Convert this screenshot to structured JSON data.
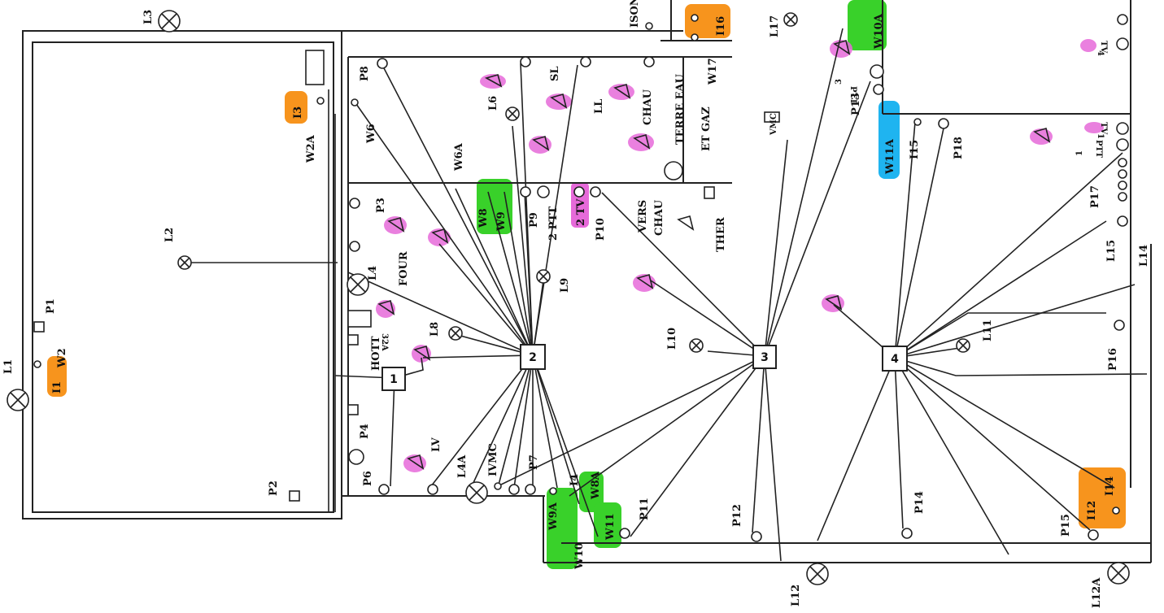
{
  "colors": {
    "ink": "#222222",
    "highlight_orange": "#f7941d",
    "highlight_green": "#39d12a",
    "highlight_blue": "#1fb4f0",
    "highlight_magenta": "#e66ad9"
  },
  "junction_boxes": [
    {
      "id": "jb1",
      "label": "1"
    },
    {
      "id": "jb2",
      "label": "2"
    },
    {
      "id": "jb3",
      "label": "3"
    },
    {
      "id": "jb4",
      "label": "4"
    }
  ],
  "labels": {
    "L1": "L1",
    "L2": "L2",
    "L3": "L3",
    "L4": "L4",
    "L4A": "L4A",
    "L6": "L6",
    "L8": "L8",
    "L9": "L9",
    "L10": "L10",
    "L11": "L11",
    "L12": "L12",
    "L12A": "L12A",
    "L14": "L14",
    "L15": "L15",
    "L17": "L17",
    "P1": "P1",
    "P2": "P2",
    "P3": "P3",
    "P4": "P4",
    "P6": "P6",
    "P7": "P7",
    "P8": "P8",
    "P9": "P9",
    "P10": "P10",
    "P11": "P11",
    "P12": "P12",
    "P13": "P13",
    "P14": "P14",
    "P15": "P15",
    "P16": "P16",
    "P17": "P17",
    "P18": "P18",
    "I1": "I1",
    "I3": "I3",
    "I4": "I4",
    "I12": "I12",
    "I14": "I14",
    "I15": "I15",
    "I16": "I16",
    "W2": "W2",
    "W2A": "W2A",
    "W6": "W6",
    "W6A": "W6A",
    "W8": "W8",
    "W8A": "W8A",
    "W9": "W9",
    "W9A": "W9A",
    "W10": "W10",
    "W10A": "W10A",
    "W11": "W11",
    "W11A": "W11A",
    "W17": "W17",
    "SL": "SL",
    "LL": "LL",
    "CHAU": "CHAU",
    "TERRE": "TERRE EAU",
    "GAZ": "ET GAZ",
    "VMC": "VMC",
    "IVMC": "IVMC",
    "FOUR": "FOUR",
    "HOTT": "HOTT",
    "A32": "32A",
    "LV": "LV",
    "ISON": "ISON",
    "PTT2": "2 PTT",
    "TV2": "2 TV",
    "VERS": "VERS",
    "CHAU2": "CHAU",
    "THER": "THER",
    "PTT3": "PTT",
    "N3": "3",
    "TV4": "TV",
    "N4": "4",
    "TV1": "TV",
    "N1a": "1",
    "PTT1": "PTT",
    "N1b": "1"
  }
}
